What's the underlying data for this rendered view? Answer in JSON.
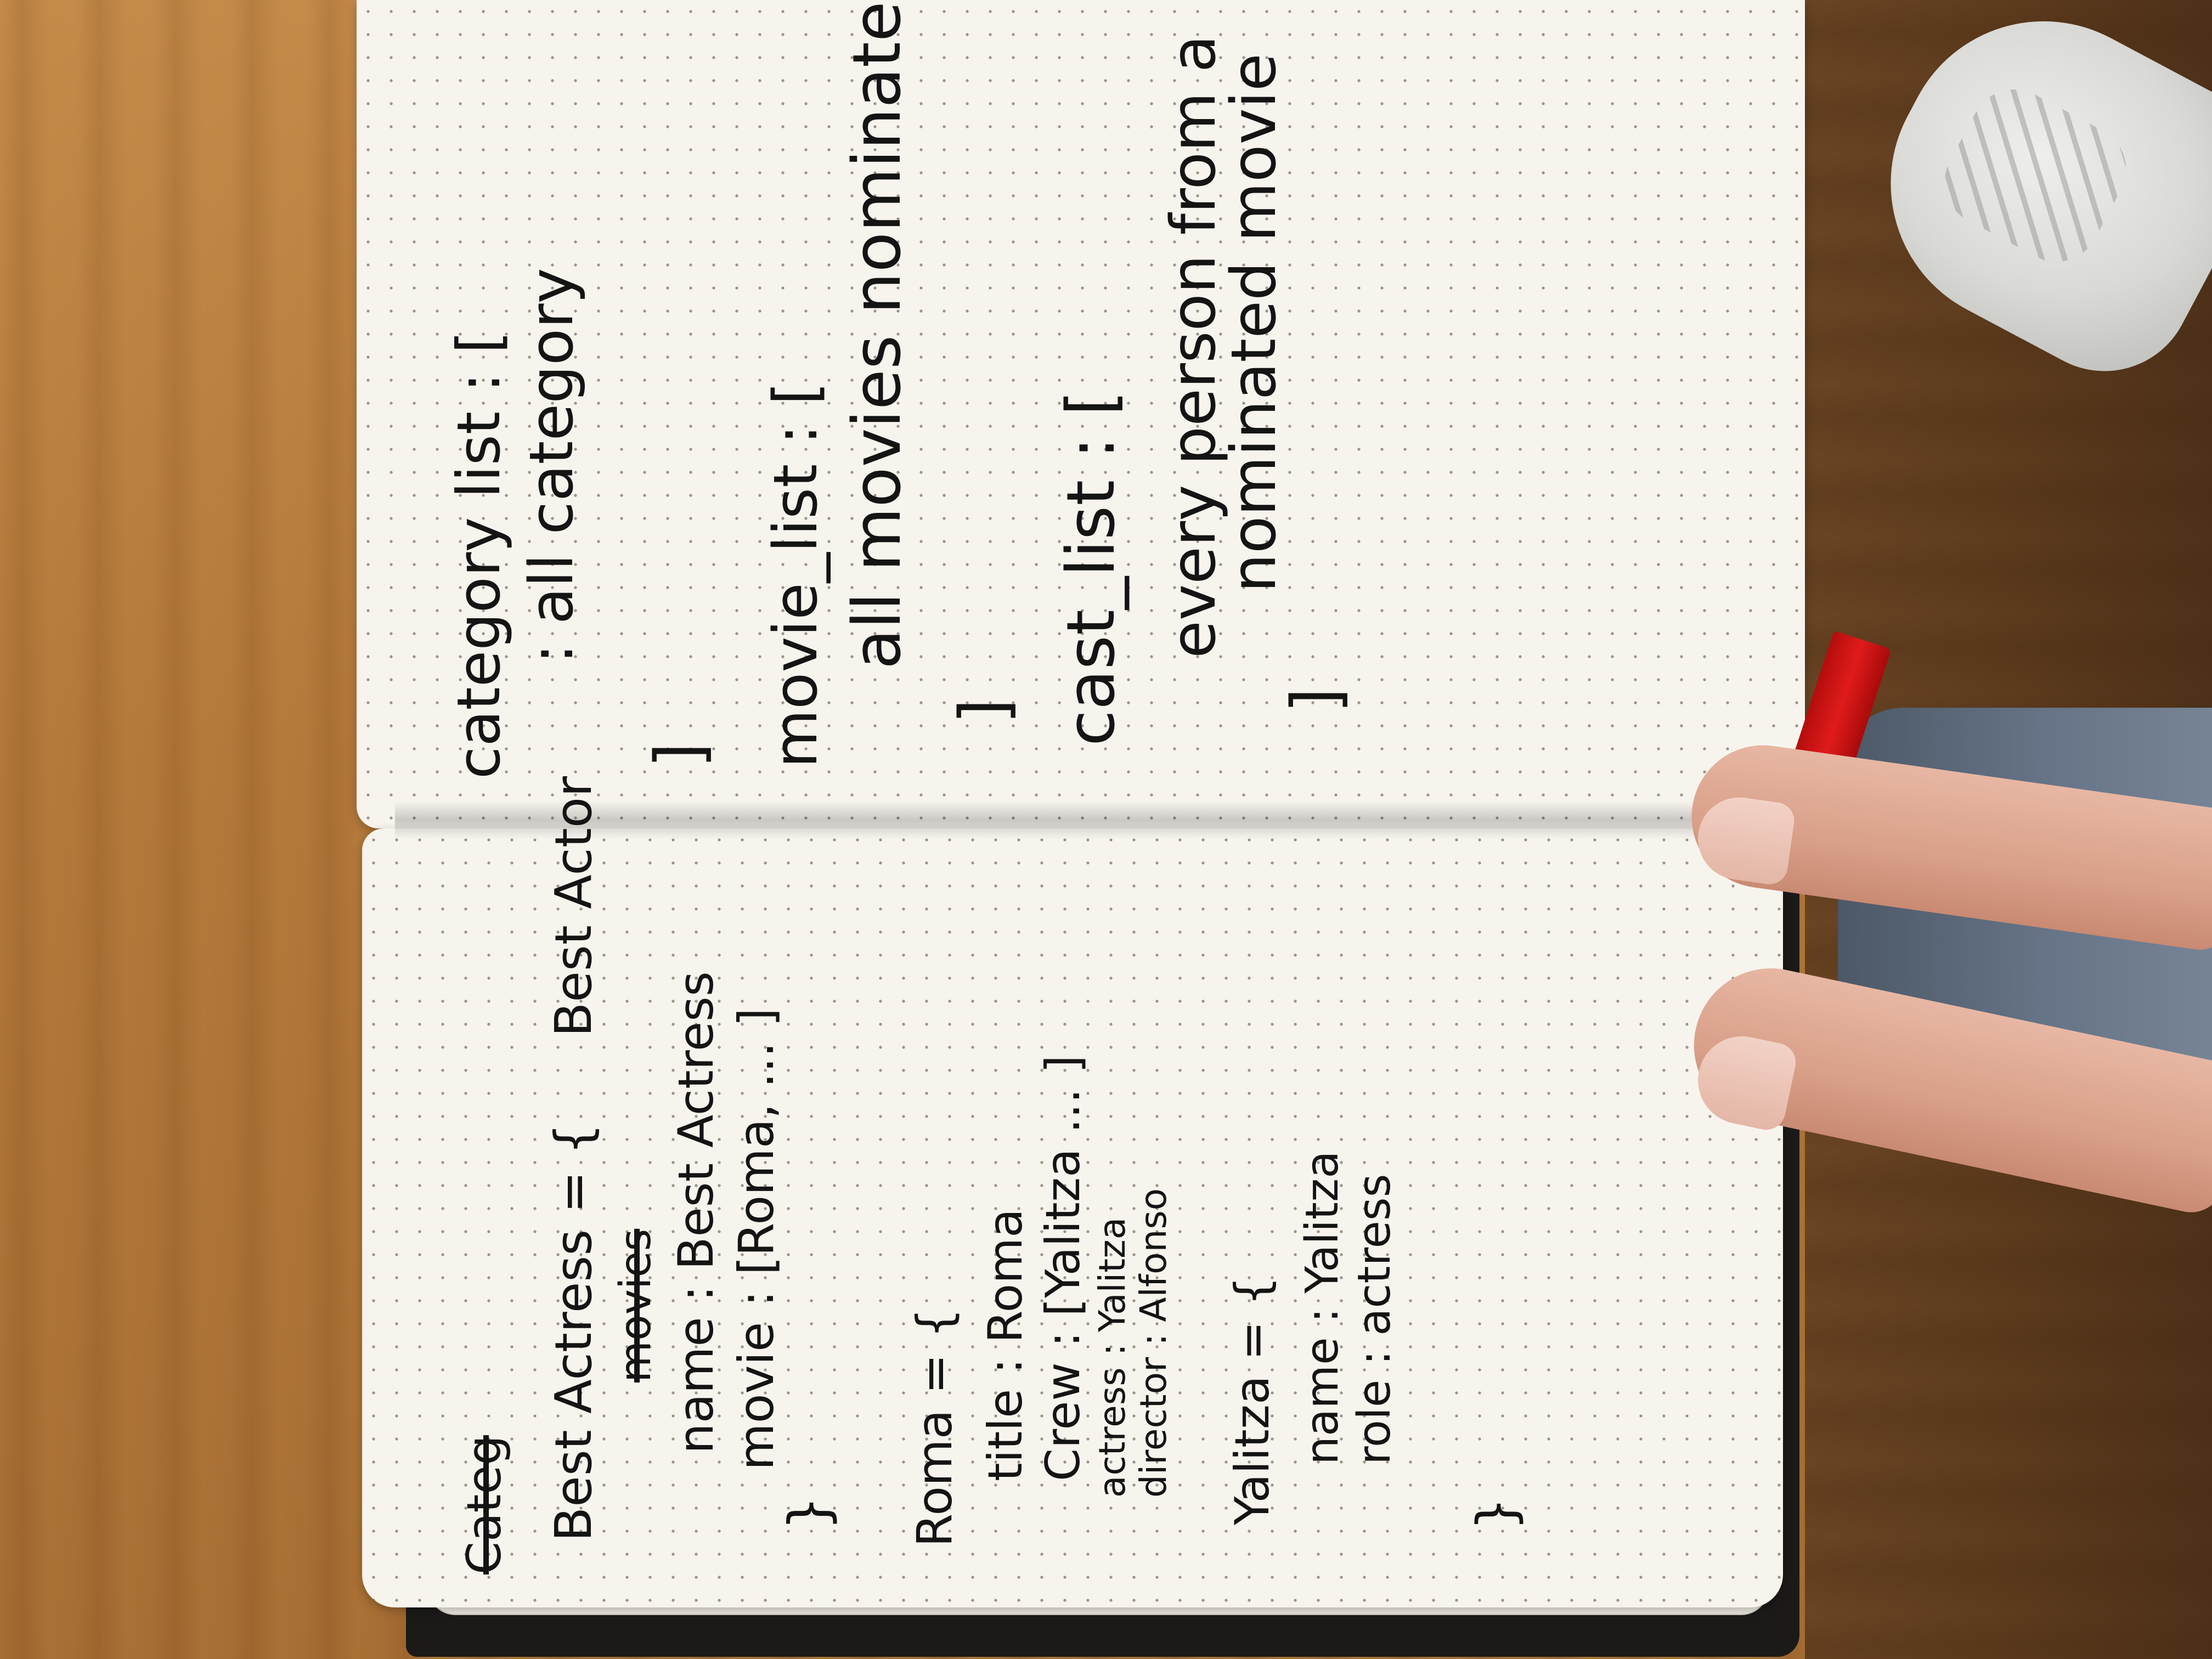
{
  "notebook": {
    "top_page": {
      "lines": [
        "category list : [",
        ": all category",
        "]",
        "movie_list : [",
        "all movies nominated",
        "]",
        "cast_list : [",
        "every person from a",
        "nominated movie",
        "]"
      ]
    },
    "bottom_page": {
      "crossed_heading": "Categ",
      "best_actress_open": "Best Actress = {",
      "best_actor": "Best Actor",
      "crossed_word": "movies",
      "name_line": "name : Best Actress",
      "movie_line": "movie : [Roma, ... ]",
      "close_1": "}",
      "roma_open": "Roma = {",
      "title_line": "title : Roma",
      "crew_line": "Crew : [Yalitza ... ]",
      "actress_line": "actress : Yalitza",
      "director_line": "director : Alfonso",
      "yalitza_open": "Yalitza = {",
      "yalitza_name": "name : Yalitza",
      "yalitza_role": "role : actress",
      "close_2": "}"
    }
  },
  "colors": {
    "ink": "#141414",
    "paper": "#f7f4ee",
    "ribbon": "#e01b1b",
    "table": "#b3783a"
  }
}
